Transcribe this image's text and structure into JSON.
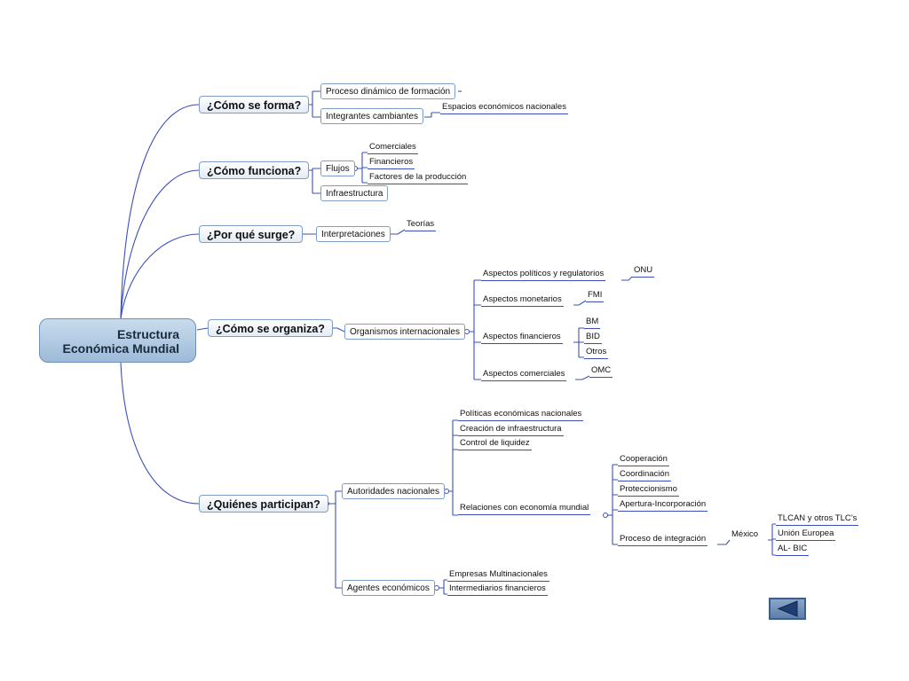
{
  "root": {
    "line1": "Estructura",
    "line2": "Económica Mundial"
  },
  "branches": {
    "forma": {
      "label": "¿Cómo se forma?",
      "proceso": "Proceso dinámico de formación",
      "integrantes": "Integrantes cambiantes",
      "espacios": "Espacios económicos nacionales"
    },
    "funciona": {
      "label": "¿Cómo funciona?",
      "flujos": "Flujos",
      "comerciales": "Comerciales",
      "financieros": "Financieros",
      "factores": "Factores de la producción",
      "infraestructura": "Infraestructura"
    },
    "surge": {
      "label": "¿Por qué surge?",
      "interpretaciones": "Interpretaciones",
      "teorias": "Teorías"
    },
    "organiza": {
      "label": "¿Cómo se organiza?",
      "organismos": "Organismos internacionales",
      "politicos": "Aspectos políticos y regulatorios",
      "onu": "ONU",
      "monetarios": "Aspectos monetarios",
      "fmi": "FMI",
      "financieros": "Aspectos financieros",
      "bm": "BM",
      "bid": "BID",
      "otros": "Otros",
      "comerciales": "Aspectos comerciales",
      "omc": "OMC"
    },
    "participan": {
      "label": "¿Quiénes participan?",
      "autoridades": "Autoridades nacionales",
      "politicas": "Políticas económicas nacionales",
      "creacion": "Creación de infraestructura",
      "control": "Control de liquidez",
      "relaciones": "Relaciones con economía mundial",
      "cooperacion": "Cooperación",
      "coordinacion": "Coordinación",
      "proteccionismo": "Proteccionismo",
      "apertura": "Apertura-Incorporación",
      "proceso": "Proceso de integración",
      "mexico": "México",
      "tlcan": "TLCAN y otros TLC’s",
      "union": "Unión Europea",
      "albic": "AL- BIC",
      "agentes": "Agentes económicos",
      "empresas": "Empresas Multinacionales",
      "intermediarios": "Intermediarios financieros"
    }
  },
  "colors": {
    "connector": "#3c4fb8",
    "node_border": "#7f9cc6",
    "root_fill": "#aec7e3"
  },
  "icons": {
    "back_button": "left-triangle-icon"
  }
}
